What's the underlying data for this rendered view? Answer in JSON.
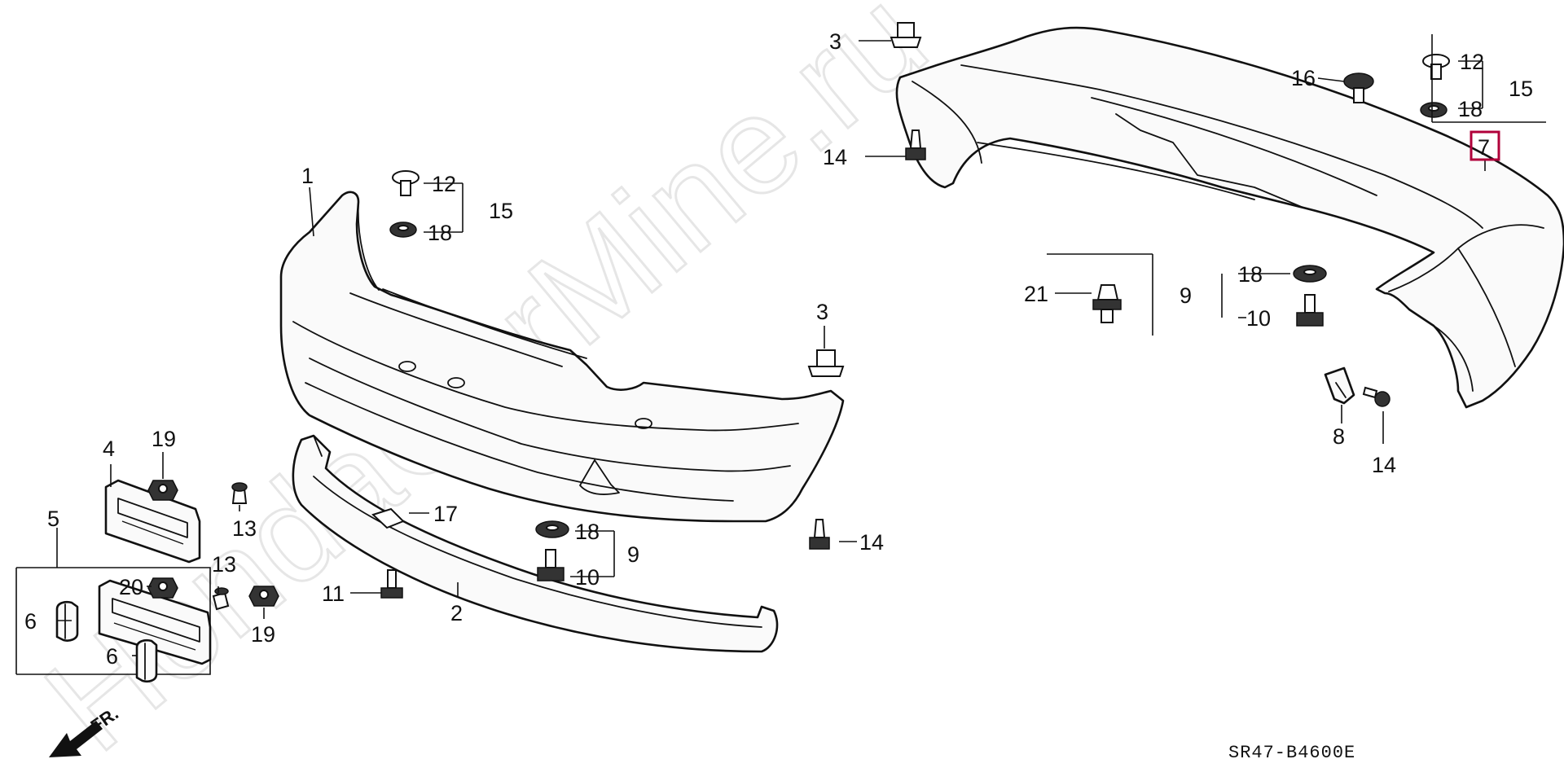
{
  "watermark": "HondaCarMine.ru",
  "diagram_code": "SR47-B4600E",
  "direction_label": "FR.",
  "highlight_color": "#b0003a",
  "callouts": [
    {
      "id": "c1",
      "label": "1"
    },
    {
      "id": "c2",
      "label": "2"
    },
    {
      "id": "c3a",
      "label": "3"
    },
    {
      "id": "c3b",
      "label": "3"
    },
    {
      "id": "c4",
      "label": "4"
    },
    {
      "id": "c5",
      "label": "5"
    },
    {
      "id": "c6a",
      "label": "6"
    },
    {
      "id": "c6b",
      "label": "6"
    },
    {
      "id": "c7",
      "label": "7"
    },
    {
      "id": "c8",
      "label": "8"
    },
    {
      "id": "c9a",
      "label": "9"
    },
    {
      "id": "c9b",
      "label": "9"
    },
    {
      "id": "c10a",
      "label": "10"
    },
    {
      "id": "c10b",
      "label": "10"
    },
    {
      "id": "c11",
      "label": "11"
    },
    {
      "id": "c12a",
      "label": "12"
    },
    {
      "id": "c12b",
      "label": "12"
    },
    {
      "id": "c13a",
      "label": "13"
    },
    {
      "id": "c13b",
      "label": "13"
    },
    {
      "id": "c14a",
      "label": "14"
    },
    {
      "id": "c14b",
      "label": "14"
    },
    {
      "id": "c14c",
      "label": "14"
    },
    {
      "id": "c15a",
      "label": "15"
    },
    {
      "id": "c15b",
      "label": "15"
    },
    {
      "id": "c16",
      "label": "16"
    },
    {
      "id": "c17",
      "label": "17"
    },
    {
      "id": "c18a",
      "label": "18"
    },
    {
      "id": "c18b",
      "label": "18"
    },
    {
      "id": "c18c",
      "label": "18"
    },
    {
      "id": "c18d",
      "label": "18"
    },
    {
      "id": "c19a",
      "label": "19"
    },
    {
      "id": "c19b",
      "label": "19"
    },
    {
      "id": "c20",
      "label": "20"
    },
    {
      "id": "c21",
      "label": "21"
    }
  ]
}
